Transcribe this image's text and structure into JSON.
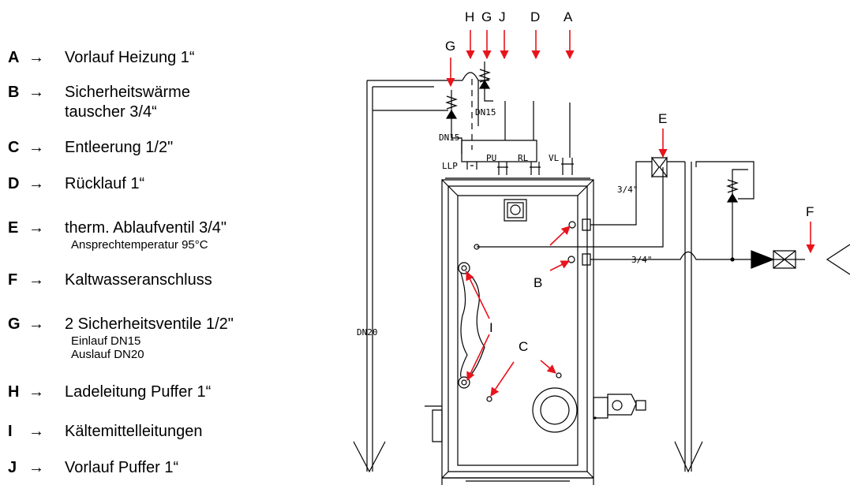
{
  "legend": [
    {
      "key": "A",
      "arrow": "→",
      "label": "Vorlauf Heizung 1“"
    },
    {
      "key": "B",
      "arrow": "→",
      "label": "Sicherheitswärme",
      "label2": "tauscher 3/4“"
    },
    {
      "key": "C",
      "arrow": "→",
      "label": "Entleerung 1/2\""
    },
    {
      "key": "D",
      "arrow": "→",
      "label": "Rücklauf 1“"
    },
    {
      "key": "E",
      "arrow": "→",
      "label": "therm. Ablaufventil 3/4\"",
      "sub1": "Ansprechtemperatur 95°C"
    },
    {
      "key": "F",
      "arrow": "→",
      "label": "Kaltwasseranschluss"
    },
    {
      "key": "G",
      "arrow": "→",
      "label": "2 Sicherheitsventile 1/2\"",
      "sub1": "Einlauf   DN15",
      "sub2": "Auslauf   DN20"
    },
    {
      "key": "H",
      "arrow": "→",
      "label": "Ladeleitung Puffer 1“"
    },
    {
      "key": "I",
      "arrow": "→",
      "label": "Kältemittelleitungen"
    },
    {
      "key": "J",
      "arrow": "→",
      "label": "Vorlauf Puffer 1“"
    }
  ],
  "drawing": {
    "top_letters": {
      "H": "H",
      "G": "G",
      "J": "J",
      "D": "D",
      "A": "A"
    },
    "letter_G": "G",
    "letter_E": "E",
    "letter_F": "F",
    "letter_B": "B",
    "letter_C": "C",
    "letter_I": "I",
    "label_dn15_a": "DN15",
    "label_dn15_b": "DN15",
    "label_dn20": "DN20",
    "label_llp": "LLP",
    "label_pu": "PU",
    "label_rl": "RL",
    "label_vl": "VL",
    "label_34_a": "3/4\"",
    "label_34_b": "3/4\""
  },
  "colors": {
    "arrow": "#e8141c",
    "line": "#000000"
  }
}
